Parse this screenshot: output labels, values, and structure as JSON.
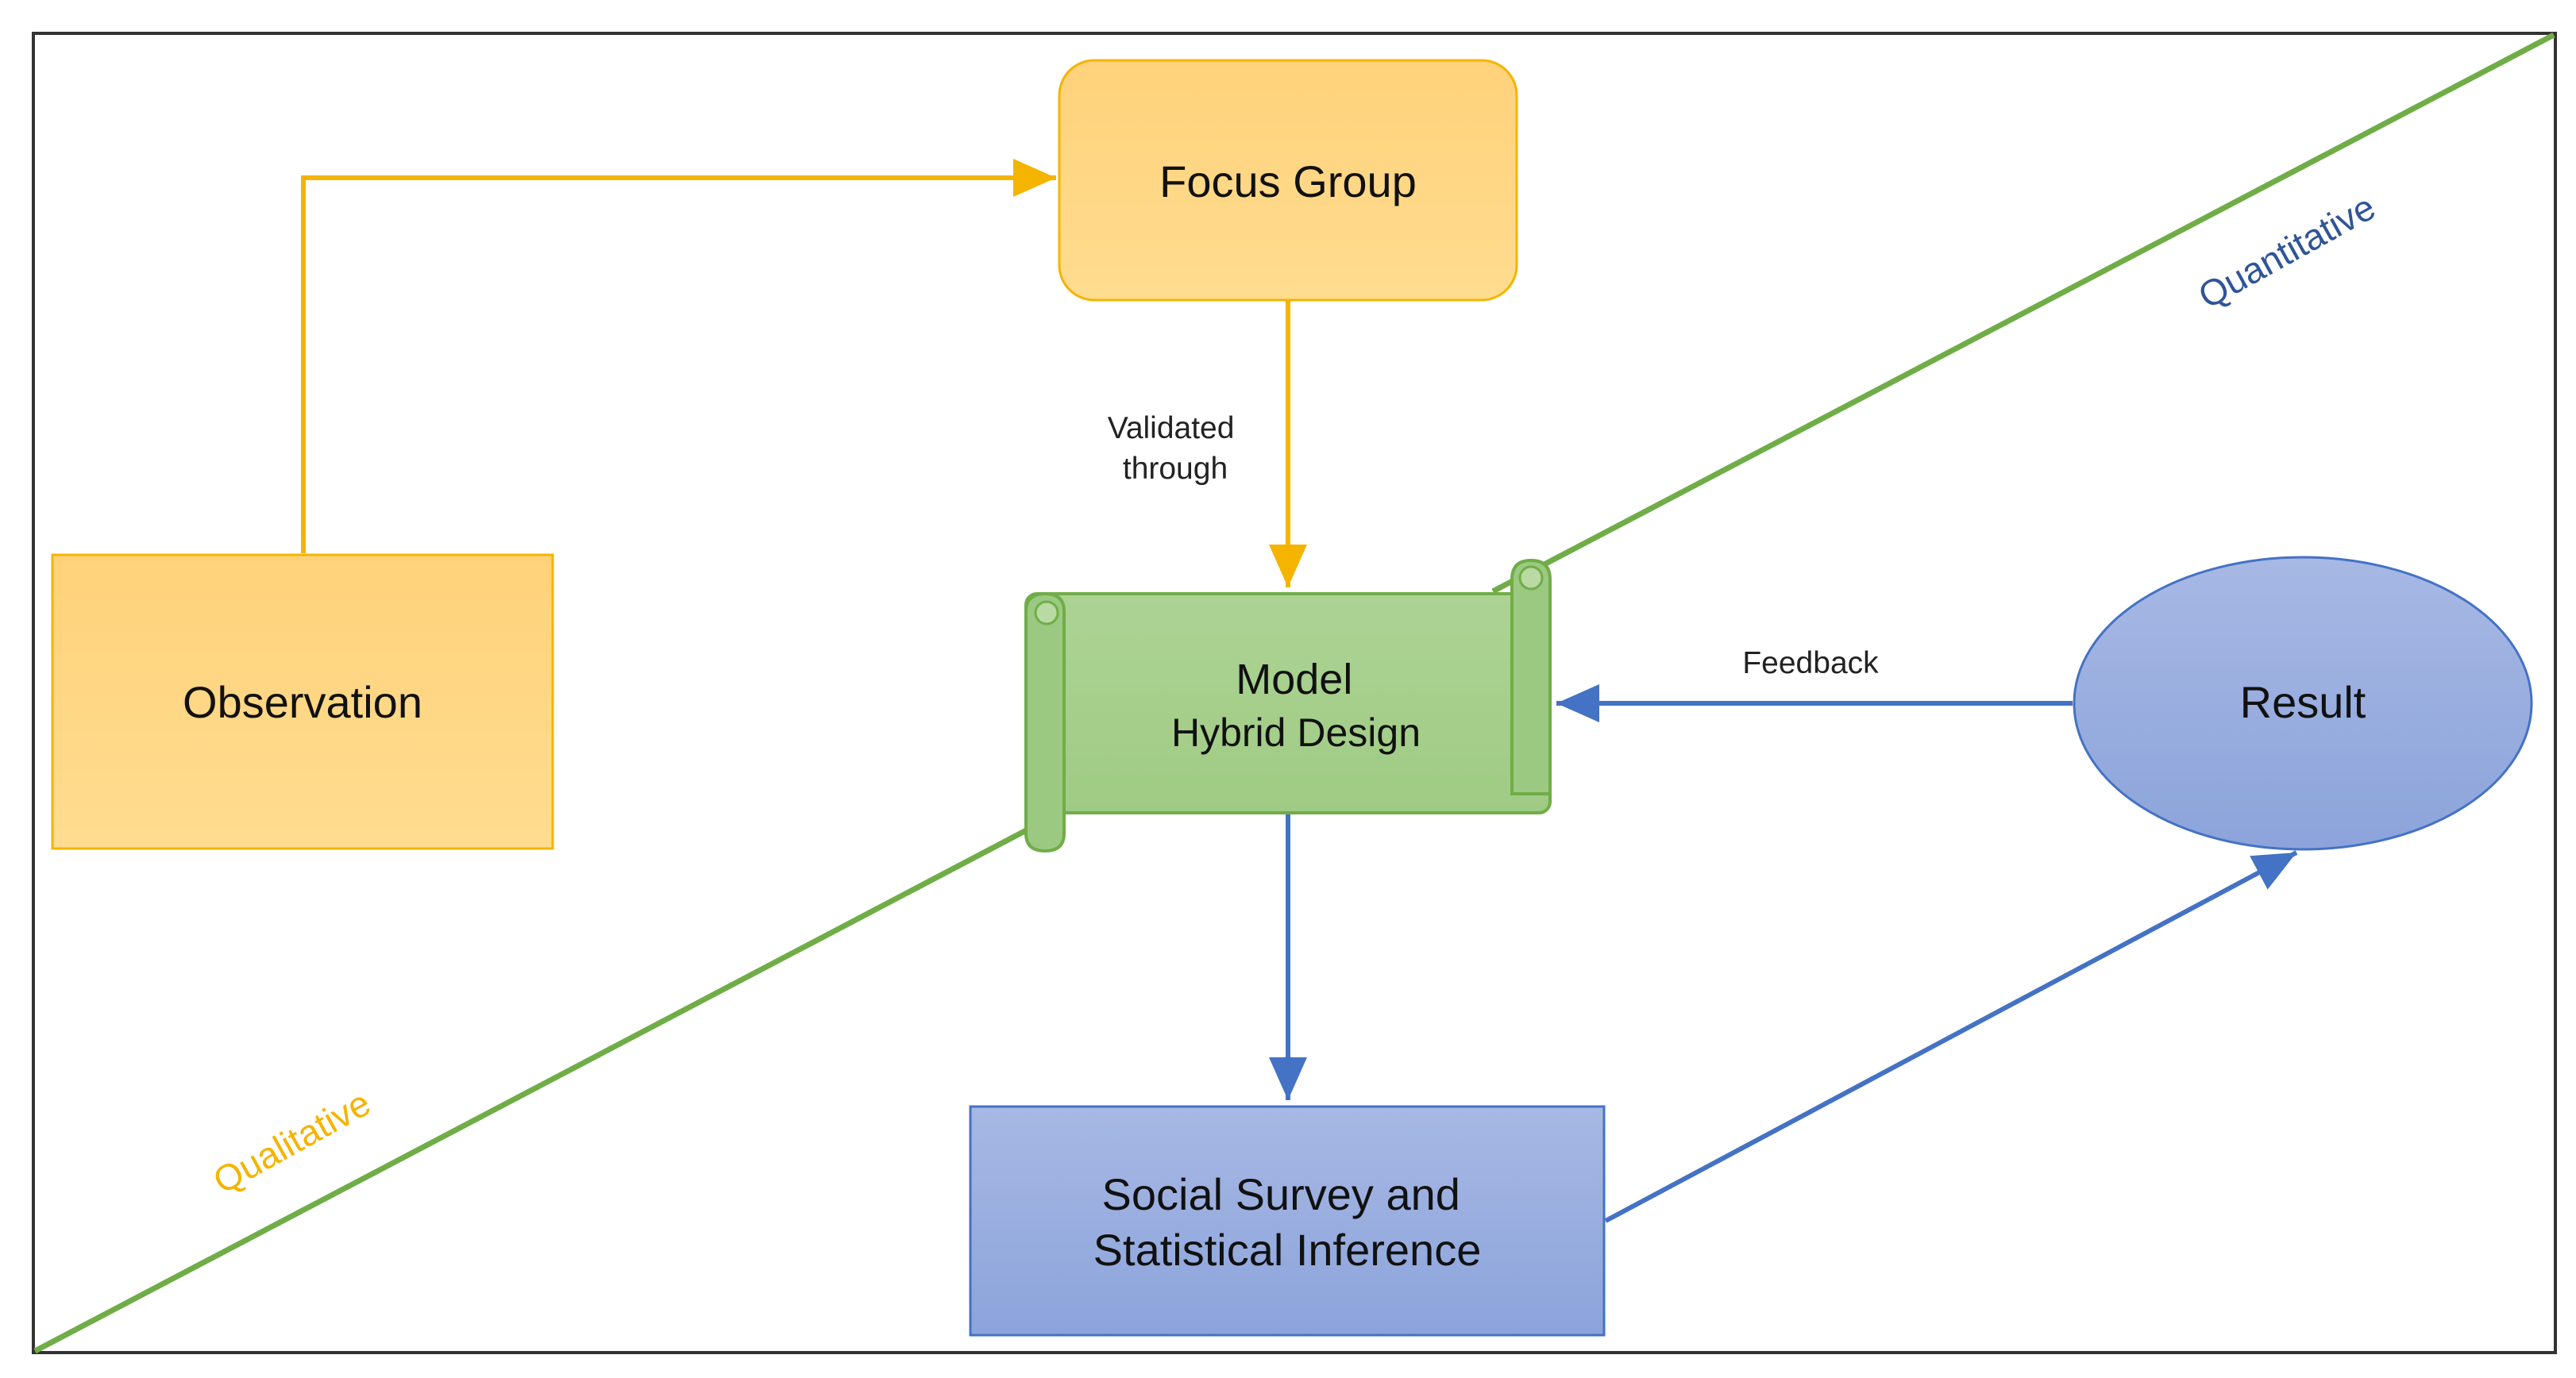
{
  "diagram": {
    "nodes": {
      "observation": {
        "label": "Observation"
      },
      "focus_group": {
        "label": "Focus Group"
      },
      "model": {
        "line1": "Model",
        "line2": "Hybrid Design"
      },
      "result": {
        "label": "Result"
      },
      "survey": {
        "line1": "Social Survey and",
        "line2": "Statistical Inference"
      }
    },
    "edges": {
      "validated": {
        "line1": "Validated",
        "line2": "through"
      },
      "feedback": {
        "label": "Feedback"
      }
    },
    "regions": {
      "qualitative": "Qualitative",
      "quantitative": "Quantitative"
    }
  },
  "colors": {
    "yellow_fill_top": "#FFD27A",
    "yellow_fill_bottom": "#FFD98C",
    "yellow_stroke": "#F5B400",
    "yellow_text": "#F5B400",
    "green_fill": "#A9D18E",
    "green_stroke": "#70AD47",
    "blue_fill_top": "#A4B5E2",
    "blue_fill_bottom": "#8EA5DB",
    "blue_stroke": "#4472C4",
    "blue_text": "#2F5597",
    "frame": "#333333"
  }
}
